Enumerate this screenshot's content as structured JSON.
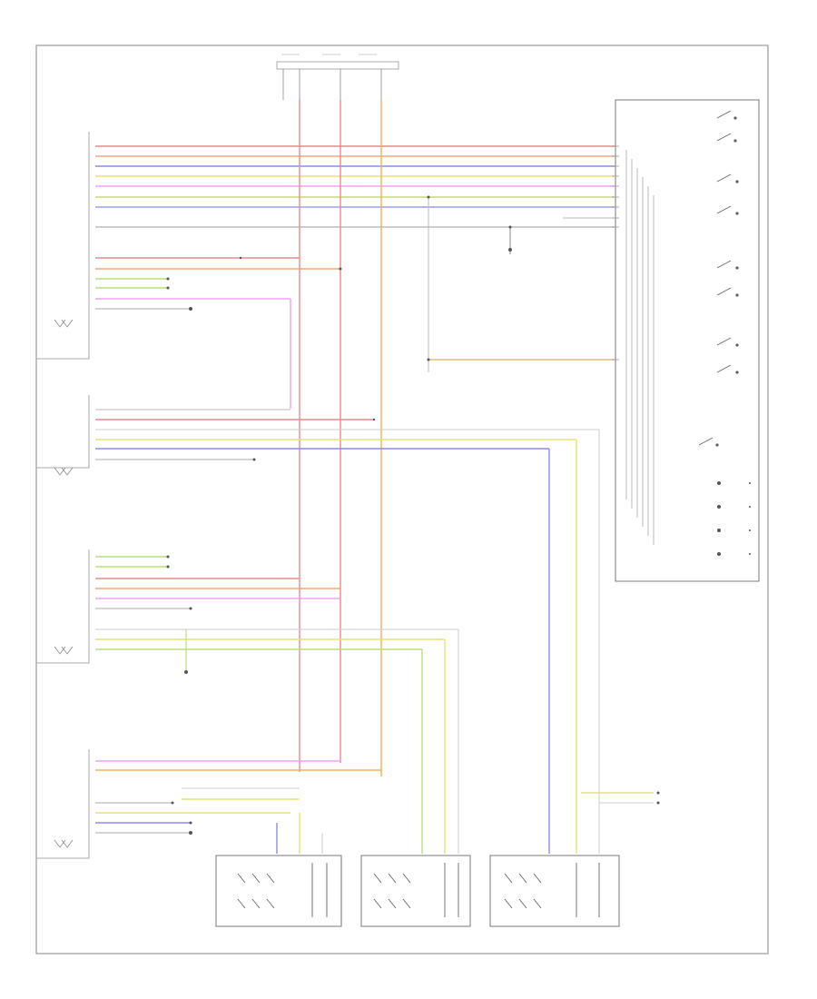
{
  "diagram": {
    "footer_code": "",
    "module_labels": [
      {
        "id": "driver-door-module",
        "lines": [
          "",
          "",
          "",
          ""
        ]
      },
      {
        "id": "left-rear-door-module",
        "lines": [
          "",
          "",
          "",
          ""
        ]
      },
      {
        "id": "right-passenger-door-module",
        "lines": [
          "",
          "",
          "",
          "",
          ""
        ]
      },
      {
        "id": "right-rear-door-module",
        "lines": [
          "",
          "",
          "",
          ""
        ]
      },
      {
        "id": "driver-window-switch-panel",
        "lines": [
          "",
          "",
          ""
        ]
      }
    ],
    "bottom_switch_labels": [
      {
        "id": "right-rear-window-switch",
        "lines": [
          "",
          ""
        ]
      },
      {
        "id": "right-passenger-window-switch",
        "lines": [
          "",
          ""
        ]
      },
      {
        "id": "left-rear-window-switch",
        "lines": [
          "",
          ""
        ]
      }
    ],
    "wire_colors": {
      "red_white": "#e88a8a",
      "red_yellow": "#f0a878",
      "blue_white": "#8a8af0",
      "yellow_black": "#e8e07a",
      "blue": "#9aa0f0",
      "pink": "#f0a0f0",
      "green_yellow": "#b8e07a",
      "orange": "#f2b060",
      "gray": "#bdbdbd",
      "brown": "#c8a878",
      "tan": "#e8d8a8"
    }
  }
}
